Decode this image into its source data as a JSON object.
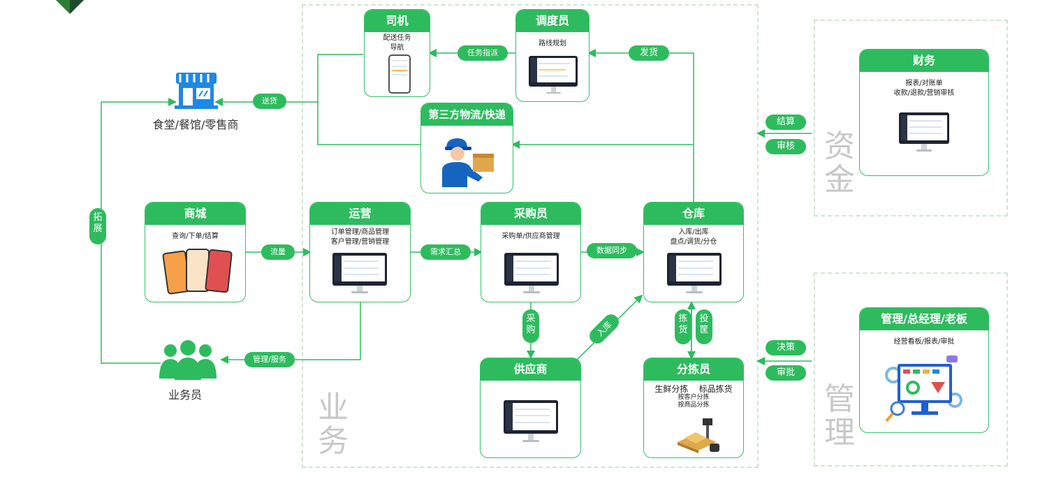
{
  "zones": {
    "business_label": "业 务",
    "funds_label": "资 金",
    "management_label": "管 理"
  },
  "nodes": {
    "driver": {
      "title": "司机",
      "line1": "配送任务",
      "line2": "导航"
    },
    "dispatcher": {
      "title": "调度员",
      "line1": "路线规划"
    },
    "logistics": {
      "title": "第三方物流/快递"
    },
    "mall": {
      "title": "商城",
      "line1": "查询/下单/结算"
    },
    "operations": {
      "title": "运营",
      "line1": "订单管理/商品管理",
      "line2": "客户管理/营销管理"
    },
    "purchaser": {
      "title": "采购员",
      "line1": "采购单/供应商管理"
    },
    "warehouse": {
      "title": "仓库",
      "line1": "入库/出库",
      "line2": "盘点/调货/分仓"
    },
    "supplier": {
      "title": "供应商"
    },
    "sorter": {
      "title": "分拣员",
      "line1": "生鲜分拣    标品拣货",
      "line2": "按客户分拣",
      "line3": "按商品分拣"
    },
    "finance": {
      "title": "财务",
      "line1": "报表/对账单",
      "line2": "收款/退款/营销审核"
    },
    "management": {
      "title": "管理/总经理/老板",
      "line1": "经营看板/报表/审批"
    }
  },
  "labels": {
    "restaurant": "食堂/餐馆/零售商",
    "salesman": "业务员"
  },
  "edges": {
    "assign_task": "任务指派",
    "ship": "发货",
    "deliver": "送货",
    "expand": "拓展",
    "traffic": "流量",
    "demand_summary": "需求汇总",
    "data_sync": "数据同步",
    "purchase": "采购",
    "inbound": "入库",
    "pick": "拣货",
    "put_away": "投筐",
    "manage_service": "管理/服务",
    "settle": "结算",
    "audit": "审核",
    "decide": "决策",
    "approve": "审批"
  },
  "icons": {
    "store": "store-icon",
    "people": "people-icon",
    "courier": "courier-icon",
    "colors": {
      "green": "#2ebb5e",
      "store_blue": "#1e88e5",
      "people_green": "#2ebb5e"
    }
  }
}
